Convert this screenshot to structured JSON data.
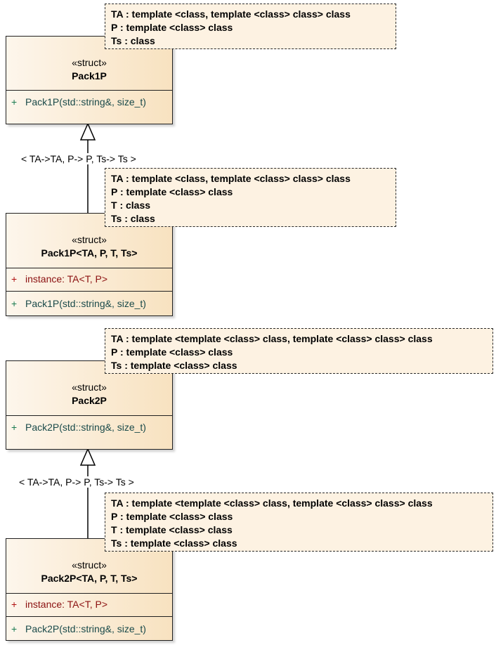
{
  "classes": [
    {
      "stereotype": "«struct»",
      "name": "Pack1P",
      "attributes": [],
      "operations": [
        {
          "vis": "+",
          "text": "Pack1P(std::string&, size_t)"
        }
      ]
    },
    {
      "stereotype": "«struct»",
      "name": "Pack1P<TA, P, T, Ts>",
      "attributes": [
        {
          "vis": "+",
          "text": "instance: TA<T, P>"
        }
      ],
      "operations": [
        {
          "vis": "+",
          "text": "Pack1P(std::string&, size_t)"
        }
      ]
    },
    {
      "stereotype": "«struct»",
      "name": "Pack2P",
      "attributes": [],
      "operations": [
        {
          "vis": "+",
          "text": "Pack2P(std::string&, size_t)"
        }
      ]
    },
    {
      "stereotype": "«struct»",
      "name": "Pack2P<TA, P, T, Ts>",
      "attributes": [
        {
          "vis": "+",
          "text": "instance: TA<T, P>"
        }
      ],
      "operations": [
        {
          "vis": "+",
          "text": "Pack2P(std::string&, size_t)"
        }
      ]
    }
  ],
  "template_params": [
    [
      "TA : template <class, template <class> class> class",
      "P : template <class> class",
      "Ts : class"
    ],
    [
      "TA : template <class, template <class> class> class",
      "P : template <class> class",
      "T : class",
      "Ts : class"
    ],
    [
      "TA : template <template <class> class, template <class> class> class",
      "P : template <class> class",
      "Ts : template <class> class"
    ],
    [
      "TA : template <template <class> class, template <class> class> class",
      "P : template <class> class",
      "T : template <class> class",
      "Ts : template <class> class"
    ]
  ],
  "bindings": [
    "< TA->TA, P-> P, Ts-> Ts >",
    "< TA->TA, P-> P, Ts-> Ts >"
  ]
}
